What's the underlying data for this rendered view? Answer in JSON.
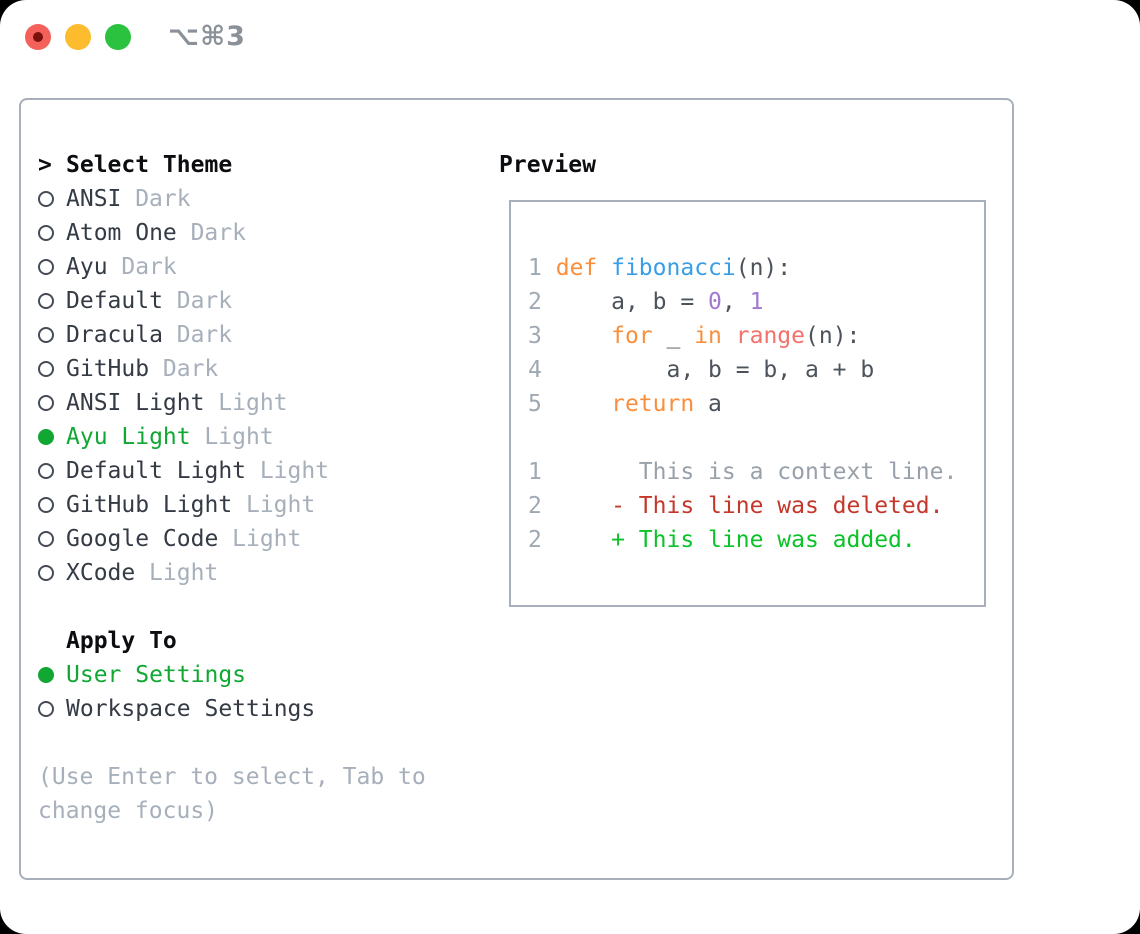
{
  "window": {
    "title": "⌥⌘3",
    "traffic_lights": {
      "close": "red",
      "minimize": "yellow",
      "zoom": "green"
    }
  },
  "theme_selector": {
    "header_prefix": ">",
    "header": "Select Theme",
    "items": [
      {
        "name": "ANSI",
        "variant": "Dark",
        "selected": false
      },
      {
        "name": "Atom One",
        "variant": "Dark",
        "selected": false
      },
      {
        "name": "Ayu",
        "variant": "Dark",
        "selected": false
      },
      {
        "name": "Default",
        "variant": "Dark",
        "selected": false
      },
      {
        "name": "Dracula",
        "variant": "Dark",
        "selected": false
      },
      {
        "name": "GitHub",
        "variant": "Dark",
        "selected": false
      },
      {
        "name": "ANSI Light",
        "variant": "Light",
        "selected": false
      },
      {
        "name": "Ayu Light",
        "variant": "Light",
        "selected": true
      },
      {
        "name": "Default Light",
        "variant": "Light",
        "selected": false
      },
      {
        "name": "GitHub Light",
        "variant": "Light",
        "selected": false
      },
      {
        "name": "Google Code",
        "variant": "Light",
        "selected": false
      },
      {
        "name": "XCode",
        "variant": "Light",
        "selected": false
      }
    ]
  },
  "apply_to": {
    "header": "Apply To",
    "options": [
      {
        "label": "User Settings",
        "selected": true
      },
      {
        "label": "Workspace Settings",
        "selected": false
      }
    ]
  },
  "hint_lines": [
    "(Use Enter to select, Tab to",
    "change focus)"
  ],
  "preview": {
    "header": "Preview",
    "code_lines": [
      {
        "num": "1",
        "tokens": [
          [
            "def ",
            "kw"
          ],
          [
            "fibonacci",
            "fn"
          ],
          [
            "(n):",
            "plain"
          ]
        ]
      },
      {
        "num": "2",
        "tokens": [
          [
            "    a, b = ",
            "plain"
          ],
          [
            "0",
            "num"
          ],
          [
            ", ",
            "plain"
          ],
          [
            "1",
            "num"
          ]
        ]
      },
      {
        "num": "3",
        "tokens": [
          [
            "    ",
            "plain"
          ],
          [
            "for",
            "kw"
          ],
          [
            " _ ",
            "plain"
          ],
          [
            "in",
            "kw"
          ],
          [
            " ",
            "plain"
          ],
          [
            "range",
            "call"
          ],
          [
            "(n):",
            "plain"
          ]
        ]
      },
      {
        "num": "4",
        "tokens": [
          [
            "        a, b = b, a + b",
            "plain"
          ]
        ]
      },
      {
        "num": "5",
        "tokens": [
          [
            "    ",
            "plain"
          ],
          [
            "return",
            "kw"
          ],
          [
            " a",
            "plain"
          ]
        ]
      },
      {
        "num": "",
        "tokens": []
      },
      {
        "num": "1",
        "tokens": [
          [
            "      This is a context line.",
            "ctx"
          ]
        ]
      },
      {
        "num": "2",
        "tokens": [
          [
            "    - This line was deleted.",
            "del"
          ]
        ]
      },
      {
        "num": "2",
        "tokens": [
          [
            "    + This line was added.",
            "add"
          ]
        ]
      }
    ]
  },
  "colors": {
    "accent_green": "#11a733",
    "diff_added": "#0bc228",
    "diff_deleted": "#c4372a",
    "keyword_orange": "#f98f3c",
    "function_blue": "#3a9ee6",
    "call_coral": "#f2716b",
    "number_purple": "#a379cf",
    "muted_gray": "#a6afba",
    "border_gray": "#a7afba",
    "traffic_red": "#f4605a",
    "traffic_yellow": "#fcbc2e",
    "traffic_green": "#2ac23f"
  }
}
